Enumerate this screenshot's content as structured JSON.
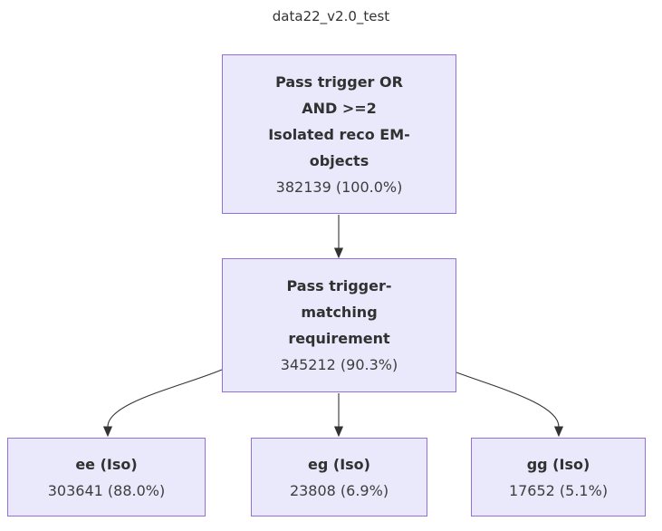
{
  "title": "data22_v2.0_test",
  "colors": {
    "node_fill": "#e9e9fb",
    "node_border": "#9370db",
    "edge": "#333333",
    "text": "#313131"
  },
  "nodes": [
    {
      "id": "root",
      "label_lines": [
        "Pass trigger OR",
        "AND >=2",
        "Isolated reco EM-",
        "objects"
      ],
      "count": "382139 (100.0%)"
    },
    {
      "id": "trigger-matching",
      "label_lines": [
        "Pass trigger-",
        "matching",
        "requirement"
      ],
      "count": "345212 (90.3%)"
    },
    {
      "id": "ee-iso",
      "label_lines": [
        "ee (Iso)"
      ],
      "count": "303641 (88.0%)"
    },
    {
      "id": "eg-iso",
      "label_lines": [
        "eg (Iso)"
      ],
      "count": "23808 (6.9%)"
    },
    {
      "id": "gg-iso",
      "label_lines": [
        "gg (Iso)"
      ],
      "count": "17652 (5.1%)"
    }
  ],
  "edges": [
    {
      "from": "root",
      "to": "trigger-matching"
    },
    {
      "from": "trigger-matching",
      "to": "ee-iso"
    },
    {
      "from": "trigger-matching",
      "to": "eg-iso"
    },
    {
      "from": "trigger-matching",
      "to": "gg-iso"
    }
  ]
}
